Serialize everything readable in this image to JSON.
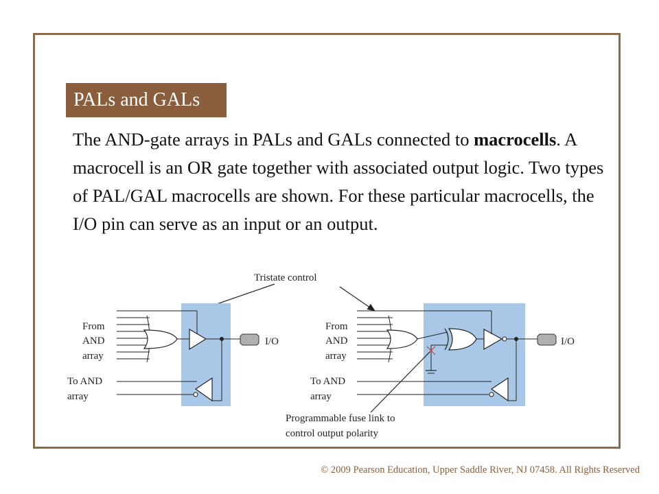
{
  "title": "PALs and GALs",
  "body": {
    "p1": "The AND-gate arrays in PALs and GALs connected to",
    "p2_bold": "macrocells",
    "p2_rest": ".  A macrocell is an OR gate together with associated output logic. Two types of PAL/GAL macrocells are shown.  For these particular macrocells, the I/O pin can serve as an input or an output."
  },
  "diagram": {
    "tristate_label": "Tristate control",
    "left": {
      "from_l1": "From",
      "from_l2": "AND",
      "from_l3": "array",
      "to_l1": "To AND",
      "to_l2": "array",
      "io": "I/O"
    },
    "right": {
      "from_l1": "From",
      "from_l2": "AND",
      "from_l3": "array",
      "to_l1": "To AND",
      "to_l2": "array",
      "io": "I/O"
    },
    "fuse_l1": "Programmable fuse link to",
    "fuse_l2": "control output polarity",
    "colors": {
      "macrocell_bg": "#a9c8e8",
      "frame": "#8b6b4a",
      "title_bg": "#8a5e3c"
    }
  },
  "copyright": "© 2009 Pearson Education, Upper Saddle River, NJ 07458. All Rights Reserved"
}
